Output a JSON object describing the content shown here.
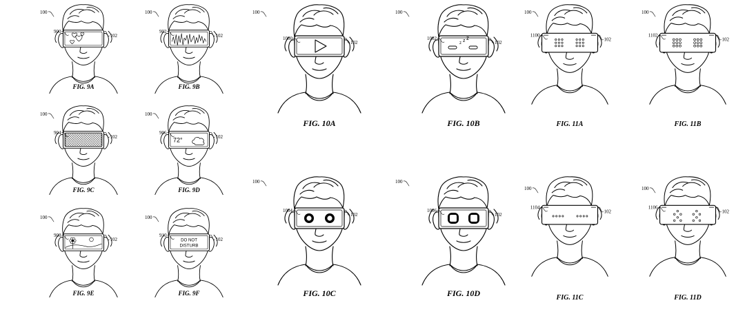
{
  "figures": [
    {
      "id": "9A",
      "caption": "FIG. 9A",
      "device_ref": "102",
      "display_ref": "900",
      "system_ref": "100",
      "content": "hearts"
    },
    {
      "id": "9B",
      "caption": "FIG. 9B",
      "device_ref": "102",
      "display_ref": "902",
      "system_ref": "100",
      "content": "waveform"
    },
    {
      "id": "9C",
      "caption": "FIG. 9C",
      "device_ref": "102",
      "display_ref": "904",
      "system_ref": "100",
      "content": "crosshatch"
    },
    {
      "id": "9D",
      "caption": "FIG. 9D",
      "device_ref": "102",
      "display_ref": "906",
      "system_ref": "100",
      "content": "weather",
      "weather_text": "72°"
    },
    {
      "id": "9E",
      "caption": "FIG. 9E",
      "device_ref": "102",
      "display_ref": "908",
      "system_ref": "100",
      "content": "landscape"
    },
    {
      "id": "9F",
      "caption": "FIG. 9F",
      "device_ref": "102",
      "display_ref": "910",
      "system_ref": "100",
      "content": "text",
      "status_line1": "DO NOT",
      "status_line2": "DISTURB"
    },
    {
      "id": "10A",
      "caption": "FIG. 10A",
      "device_ref": "102",
      "display_ref": "1000",
      "system_ref": "100",
      "content": "play"
    },
    {
      "id": "10B",
      "caption": "FIG. 10B",
      "device_ref": "102",
      "display_ref": "1002",
      "system_ref": "100",
      "content": "sleep",
      "sleep_text": "zzz"
    },
    {
      "id": "10C",
      "caption": "FIG. 10C",
      "device_ref": "102",
      "display_ref": "1004",
      "system_ref": "100",
      "content": "eyes-round"
    },
    {
      "id": "10D",
      "caption": "FIG. 10D",
      "device_ref": "102",
      "display_ref": "1006",
      "system_ref": "100",
      "content": "eyes-square"
    },
    {
      "id": "11A",
      "caption": "FIG. 11A",
      "device_ref": "102",
      "display_ref": "1100",
      "system_ref": "100",
      "content": "dots-a"
    },
    {
      "id": "11B",
      "caption": "FIG. 11B",
      "device_ref": "102",
      "display_ref": "1102",
      "system_ref": "100",
      "content": "dots-b"
    },
    {
      "id": "11C",
      "caption": "FIG. 11C",
      "device_ref": "102",
      "display_ref": "1104",
      "system_ref": "100",
      "content": "dots-c"
    },
    {
      "id": "11D",
      "caption": "FIG. 11D",
      "device_ref": "102",
      "display_ref": "1106",
      "system_ref": "100",
      "content": "dots-d"
    }
  ]
}
